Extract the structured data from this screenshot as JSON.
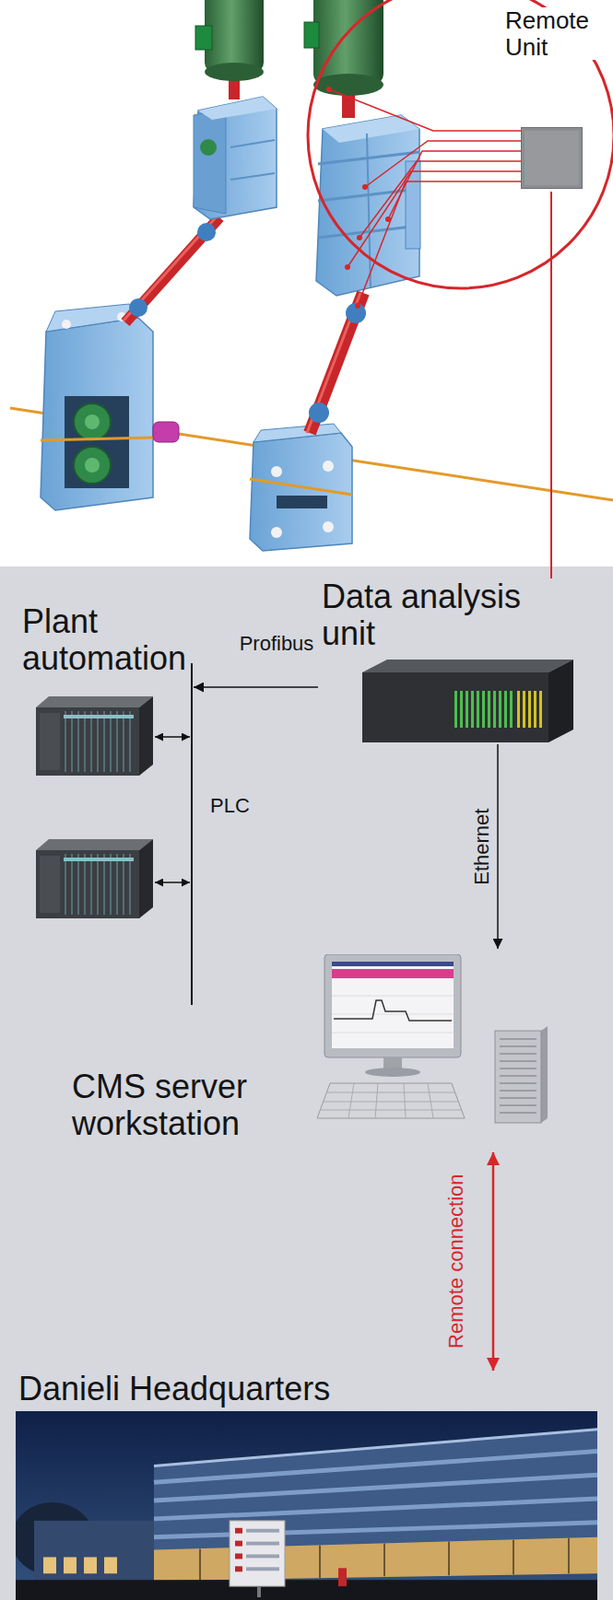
{
  "diagram": {
    "nodes": [
      {
        "text": [
          "Remote Unit"
        ]
      },
      {
        "text": [
          "Data analysis unit"
        ]
      },
      {
        "text": [
          "Plant automation"
        ]
      },
      {
        "text": [
          "CMS server workstation"
        ]
      },
      {
        "text": [
          "Danieli Headquarters"
        ]
      }
    ],
    "edges": [
      {
        "from": 0,
        "to": 1,
        "arrow": "none"
      },
      {
        "from": 1,
        "to": 2,
        "arrow": "to",
        "label": "Profibus"
      },
      {
        "from": 1,
        "to": 3,
        "arrow": "to",
        "label": "Ethernet"
      },
      {
        "from": 3,
        "to": 4,
        "arrow": "both",
        "label": "Remote connection"
      }
    ],
    "labels": [
      "PLC"
    ]
  }
}
